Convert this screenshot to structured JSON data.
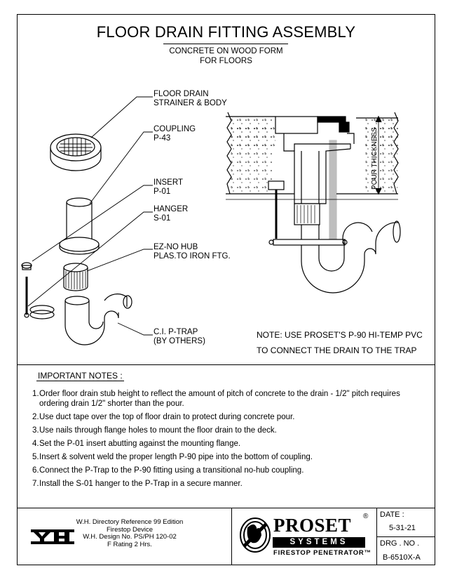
{
  "header": {
    "title": "FLOOR DRAIN FITTING ASSEMBLY",
    "subtitle_1": "CONCRETE ON WOOD FORM",
    "subtitle_2": "FOR FLOORS"
  },
  "callouts": {
    "strainer": "FLOOR DRAIN\nSTRAINER & BODY",
    "coupling": "COUPLING\nP-43",
    "insert": "INSERT\nP-01",
    "hanger": "HANGER\nS-01",
    "ez_hub": "EZ-NO HUB\nPLAS.TO IRON FTG.",
    "ptrap": "C.I. P-TRAP\n(BY OTHERS)"
  },
  "section": {
    "pour_thickness": "POUR THICKNESS",
    "note": "NOTE:  USE PROSET'S P-90 HI-TEMP PVC\nTO CONNECT THE DRAIN TO THE TRAP"
  },
  "notes": {
    "title": "IMPORTANT NOTES :",
    "items": [
      {
        "num": "1.",
        "text": "Order floor drain stub height to reflect the amount of pitch of concrete to the drain - 1/2\" pitch requires ordering drain 1/2\" shorter than the pour."
      },
      {
        "num": "2.",
        "text": "Use duct tape over the top of floor drain to protect during concrete pour."
      },
      {
        "num": "3.",
        "text": "Use nails through flange holes to mount the floor drain to the deck."
      },
      {
        "num": "4.",
        "text": "Set the P-01 insert abutting against the mounting flange."
      },
      {
        "num": "5.",
        "text": "Insert & solvent weld the proper length P-90 pipe into the bottom of coupling."
      },
      {
        "num": "6.",
        "text": "Connect the P-Trap to the P-90 fitting using a transitional no-hub coupling."
      },
      {
        "num": "7.",
        "text": "Install the S-01 hanger to the P-Trap in a secure manner."
      }
    ]
  },
  "footer": {
    "reference_lines": [
      "W.H. Directory Reference 99 Edition",
      "Firestop Device",
      "W.H. Design No. PS/PH 120-02",
      "F Rating 2 Hrs."
    ],
    "brand_name": "PROSET",
    "brand_systems": "SYSTEMS",
    "brand_tag": "FIRESTOP PENETRATOR™",
    "registered": "®",
    "date_label": "DATE :",
    "date_value": "5-31-21",
    "drg_label": "DRG . NO .",
    "drg_value": "B-6510X-A"
  }
}
